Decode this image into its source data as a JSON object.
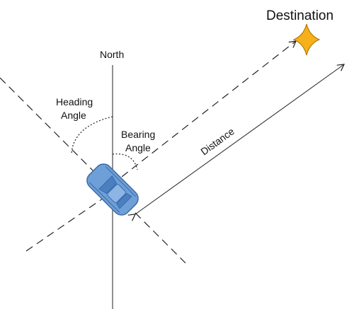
{
  "labels": {
    "destination": "Destination",
    "north": "North",
    "heading_angle_line1": "Heading",
    "heading_angle_line2": "Angle",
    "bearing_angle_line1": "Bearing",
    "bearing_angle_line2": "Angle",
    "distance": "Distance"
  },
  "colors": {
    "line": "#222222",
    "car_fill": "#6e9fd8",
    "car_stroke": "#3b6aa6",
    "star_fill": "#f5b01a",
    "star_stroke": "#b07a0a"
  },
  "icons": {
    "vehicle": "car-icon",
    "destination": "star-icon"
  }
}
